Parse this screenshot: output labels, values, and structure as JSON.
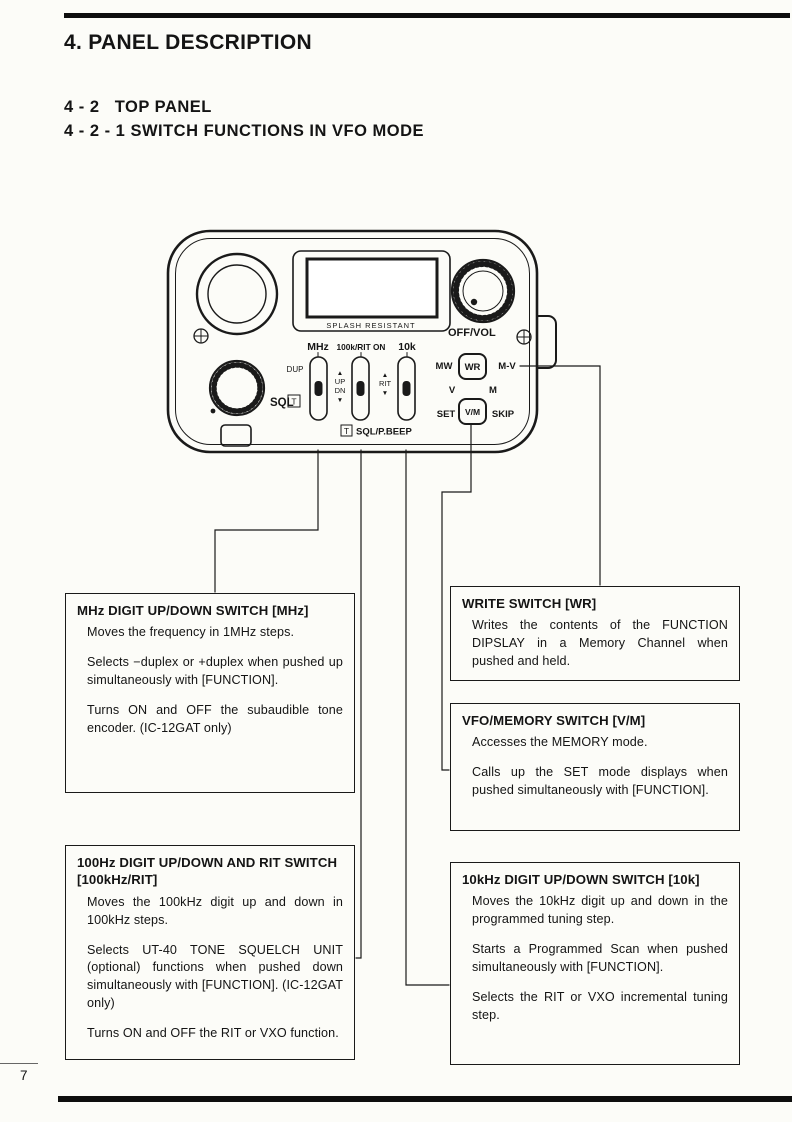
{
  "page": {
    "heading": "4. PANEL DESCRIPTION",
    "section": "4 - 2   TOP PANEL",
    "subsection": "4 - 2 - 1 SWITCH FUNCTIONS IN VFO MODE",
    "page_number": "7"
  },
  "radio": {
    "splash_resistant": "SPLASH RESISTANT",
    "off_vol": "OFF/VOL",
    "sql": "SQL",
    "switch_mhz": "MHz",
    "switch_100k": "100k/RIT ON",
    "switch_10k": "10k",
    "dup": "DUP",
    "up_arrow": "▲",
    "up": "UP",
    "dn": "DN",
    "down_arrow": "▼",
    "rit": "RIT",
    "mw": "MW",
    "wr": "WR",
    "m_v": "M-V",
    "v": "V",
    "m": "M",
    "set": "SET",
    "v_m": "V/M",
    "skip": "SKIP",
    "t_box": "T",
    "sql_pbeep": "SQL/P.BEEP"
  },
  "callouts": {
    "mhz": {
      "title": "MHz DIGIT UP/DOWN SWITCH [MHz]",
      "paragraphs": [
        "Moves the frequency in 1MHz steps.",
        "Selects −duplex or +duplex when pushed up simultaneously with [FUNCTION].",
        "Turns ON and OFF the subaudible tone encoder. (IC-12GAT only)"
      ]
    },
    "write": {
      "title": "WRITE SWITCH [WR]",
      "paragraphs": [
        "Writes the contents of the FUNCTION DIPSLAY in a Memory Channel when pushed and held."
      ]
    },
    "vfo_memory": {
      "title": "VFO/MEMORY SWITCH [V/M]",
      "paragraphs": [
        "Accesses the MEMORY mode.",
        "Calls up the SET mode displays when pushed simultaneously with [FUNCTION]."
      ]
    },
    "hz100": {
      "title": "100Hz DIGIT UP/DOWN AND RIT SWITCH [100kHz/RIT]",
      "paragraphs": [
        "Moves the 100kHz digit up and down in 100kHz steps.",
        "Selects UT-40 TONE SQUELCH UNIT (optional) functions when pushed down simultaneously with [FUNCTION]. (IC-12GAT only)",
        "Turns ON and OFF the RIT or VXO function."
      ]
    },
    "k10": {
      "title": "10kHz DIGIT UP/DOWN SWITCH [10k]",
      "paragraphs": [
        "Moves the 10kHz digit up and down in the programmed tuning step.",
        "Starts a Programmed Scan when pushed simultaneously with [FUNCTION].",
        "Selects the RIT or VXO incremental tuning step."
      ]
    }
  }
}
